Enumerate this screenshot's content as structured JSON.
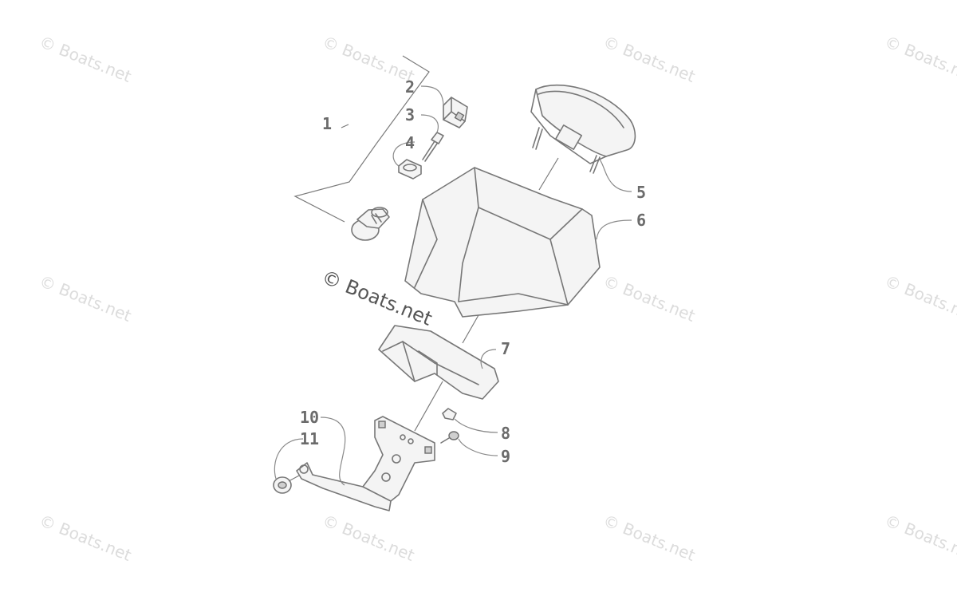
{
  "watermark": {
    "text": "© Boats.net"
  },
  "callouts": {
    "c1": "1",
    "c2": "2",
    "c3": "3",
    "c4": "4",
    "c5": "5",
    "c6": "6",
    "c7": "7",
    "c8": "8",
    "c9": "9",
    "c10": "10",
    "c11": "11"
  }
}
